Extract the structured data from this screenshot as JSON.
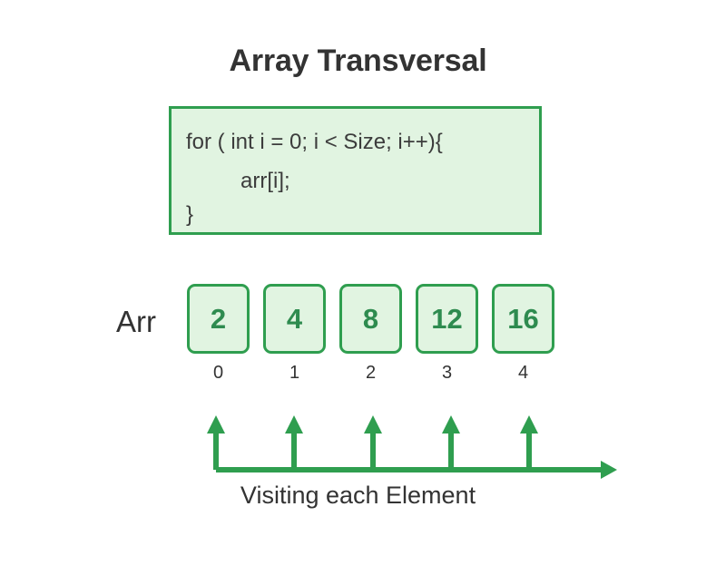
{
  "page": {
    "title": "Array Transversal",
    "background_color": "#ffffff",
    "title_color": "#333333"
  },
  "colors": {
    "accent_green": "#2f9e4f",
    "fill_green": "#e1f4e1",
    "value_green": "#2e8b4f",
    "text_dark": "#333333",
    "code_text": "#3c3c3c"
  },
  "code_block": {
    "lines": [
      "for ( int i = 0; i < Size; i++){",
      "arr[i];",
      "}"
    ],
    "background_color": "#e1f4e1",
    "border_color": "#2f9e4f"
  },
  "array": {
    "label": "Arr",
    "values": [
      "2",
      "4",
      "8",
      "12",
      "16"
    ],
    "indices": [
      "0",
      "1",
      "2",
      "3",
      "4"
    ]
  },
  "diagram": {
    "caption": "Visiting each Element",
    "arrow_count": 5,
    "axis_color": "#2f9e4f"
  }
}
